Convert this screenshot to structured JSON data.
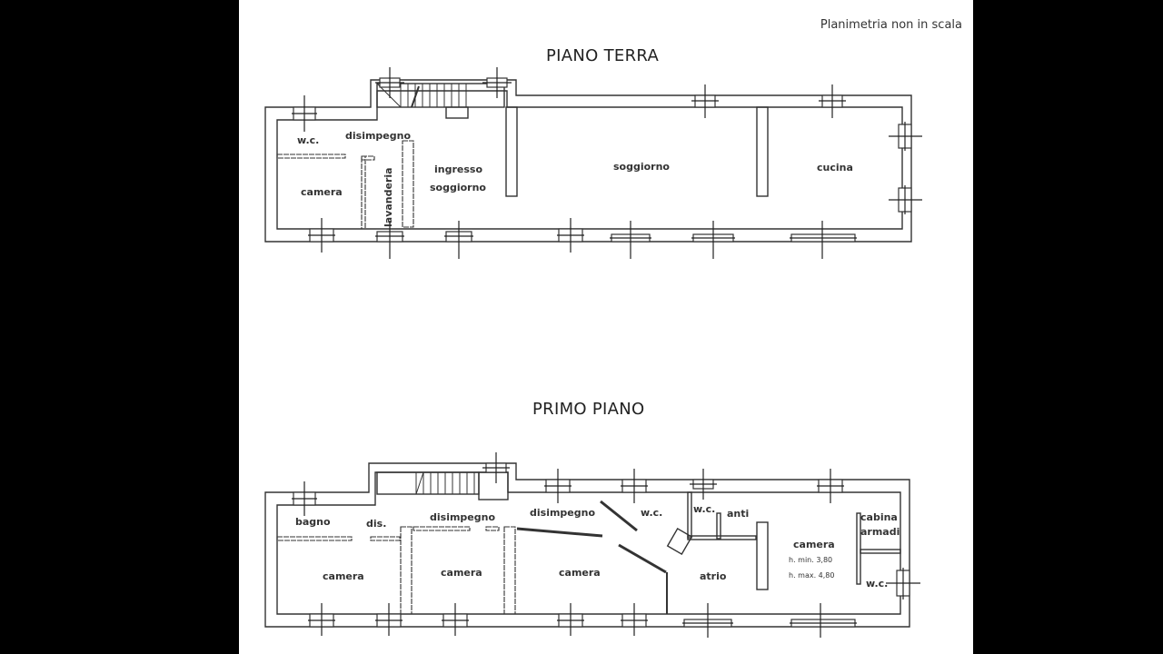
{
  "note": "Planimetria non in scala",
  "floors": [
    {
      "title": "PIANO TERRA",
      "rooms": [
        {
          "label": "w.c."
        },
        {
          "label": "disimpegno"
        },
        {
          "label": "camera"
        },
        {
          "label": "lavanderia"
        },
        {
          "label": "ingresso"
        },
        {
          "label": "soggiorno"
        },
        {
          "label": "soggiorno"
        },
        {
          "label": "cucina"
        }
      ]
    },
    {
      "title": "PRIMO PIANO",
      "rooms": [
        {
          "label": "bagno"
        },
        {
          "label": "dis."
        },
        {
          "label": "disimpegno"
        },
        {
          "label": "disimpegno"
        },
        {
          "label": "w.c."
        },
        {
          "label": "w.c."
        },
        {
          "label": "anti"
        },
        {
          "label": "cabina"
        },
        {
          "label": "armadi"
        },
        {
          "label": "camera"
        },
        {
          "label": "camera"
        },
        {
          "label": "camera"
        },
        {
          "label": "atrio"
        },
        {
          "label": "camera"
        },
        {
          "label": "h. min. 3,80"
        },
        {
          "label": "h. max. 4,80"
        },
        {
          "label": "w.c."
        }
      ]
    }
  ]
}
